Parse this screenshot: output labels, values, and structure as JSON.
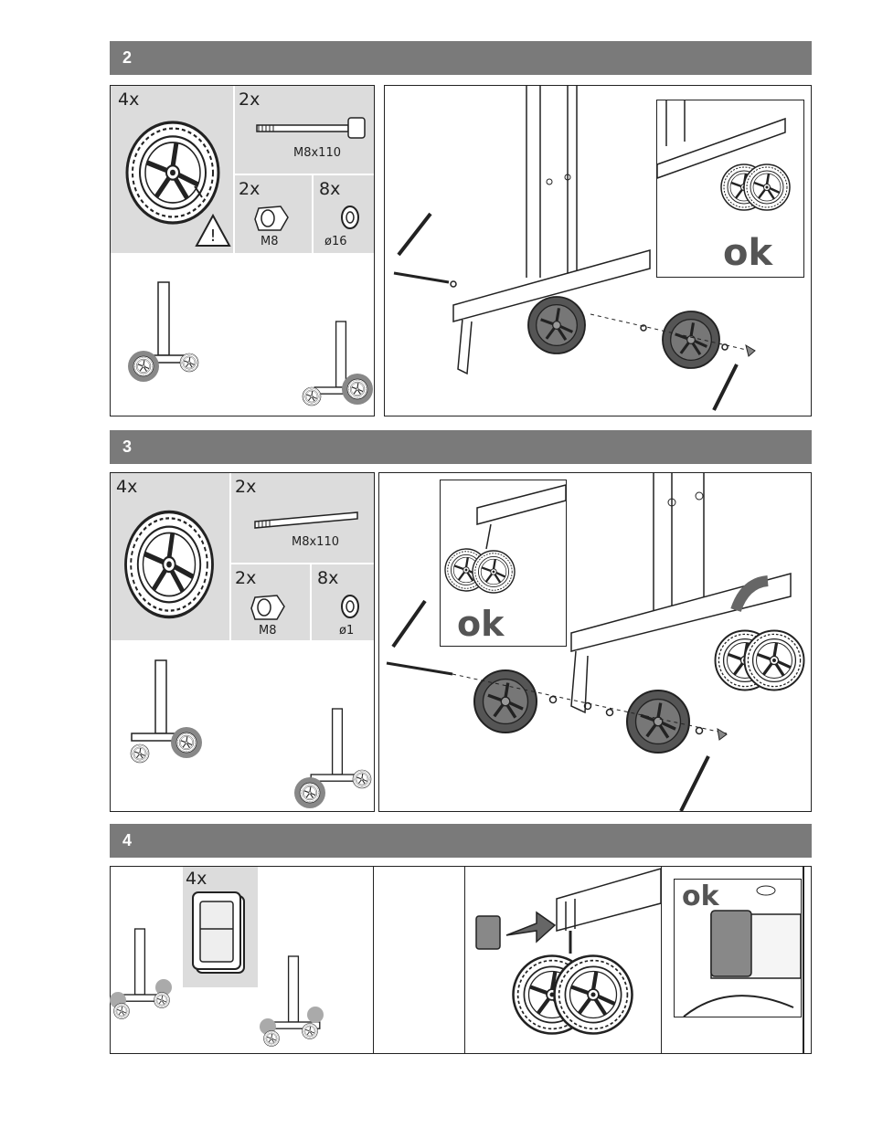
{
  "steps": [
    {
      "number": "2",
      "parts": {
        "wheel_qty": "4x",
        "bolt_qty": "2x",
        "bolt_label": "M8x110",
        "nut_qty": "2x",
        "nut_label": "M8",
        "washer_qty": "8x",
        "washer_label": "ø16"
      },
      "inset_label": "ok"
    },
    {
      "number": "3",
      "parts": {
        "wheel_qty": "4x",
        "bolt_qty": "2x",
        "bolt_label": "M8x110",
        "nut_qty": "2x",
        "nut_label": "M8",
        "washer_qty": "8x",
        "washer_label": "ø1"
      },
      "inset_label": "ok"
    },
    {
      "number": "4",
      "parts": {
        "cap_qty": "4x"
      },
      "inset_label": "ok"
    }
  ],
  "icons": [
    "warning-icon",
    "wheel-icon",
    "bolt-icon",
    "nut-icon",
    "washer-icon",
    "end-cap-icon",
    "wrench-icon"
  ]
}
